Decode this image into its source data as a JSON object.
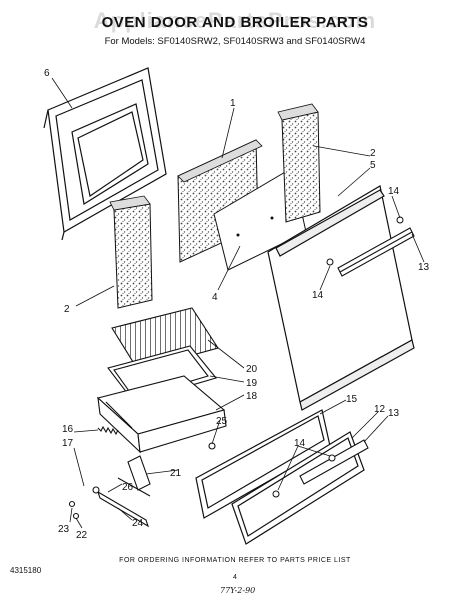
{
  "header": {
    "title": "OVEN DOOR AND BROILER PARTS",
    "subtitle": "For Models: SF0140SRW2, SF0140SRW3 and SF0140SRW4",
    "watermark": "AppliancePartsPros.com"
  },
  "footer": {
    "ordering_info": "FOR ORDERING INFORMATION REFER TO PARTS PRICE LIST",
    "doc_number": "4315180",
    "page_number": "4",
    "handwritten": "77Y-2-90"
  },
  "callouts": {
    "c1": "1",
    "c2a": "2",
    "c2b": "2",
    "c4": "4",
    "c5": "5",
    "c6": "6",
    "c12": "12",
    "c13a": "13",
    "c13b": "13",
    "c14a": "14",
    "c14b": "14",
    "c14c": "14",
    "c15": "15",
    "c16": "16",
    "c17": "17",
    "c18": "18",
    "c19": "19",
    "c20": "20",
    "c21": "21",
    "c22": "22",
    "c23": "23",
    "c24": "24",
    "c25": "25",
    "c26": "26"
  }
}
